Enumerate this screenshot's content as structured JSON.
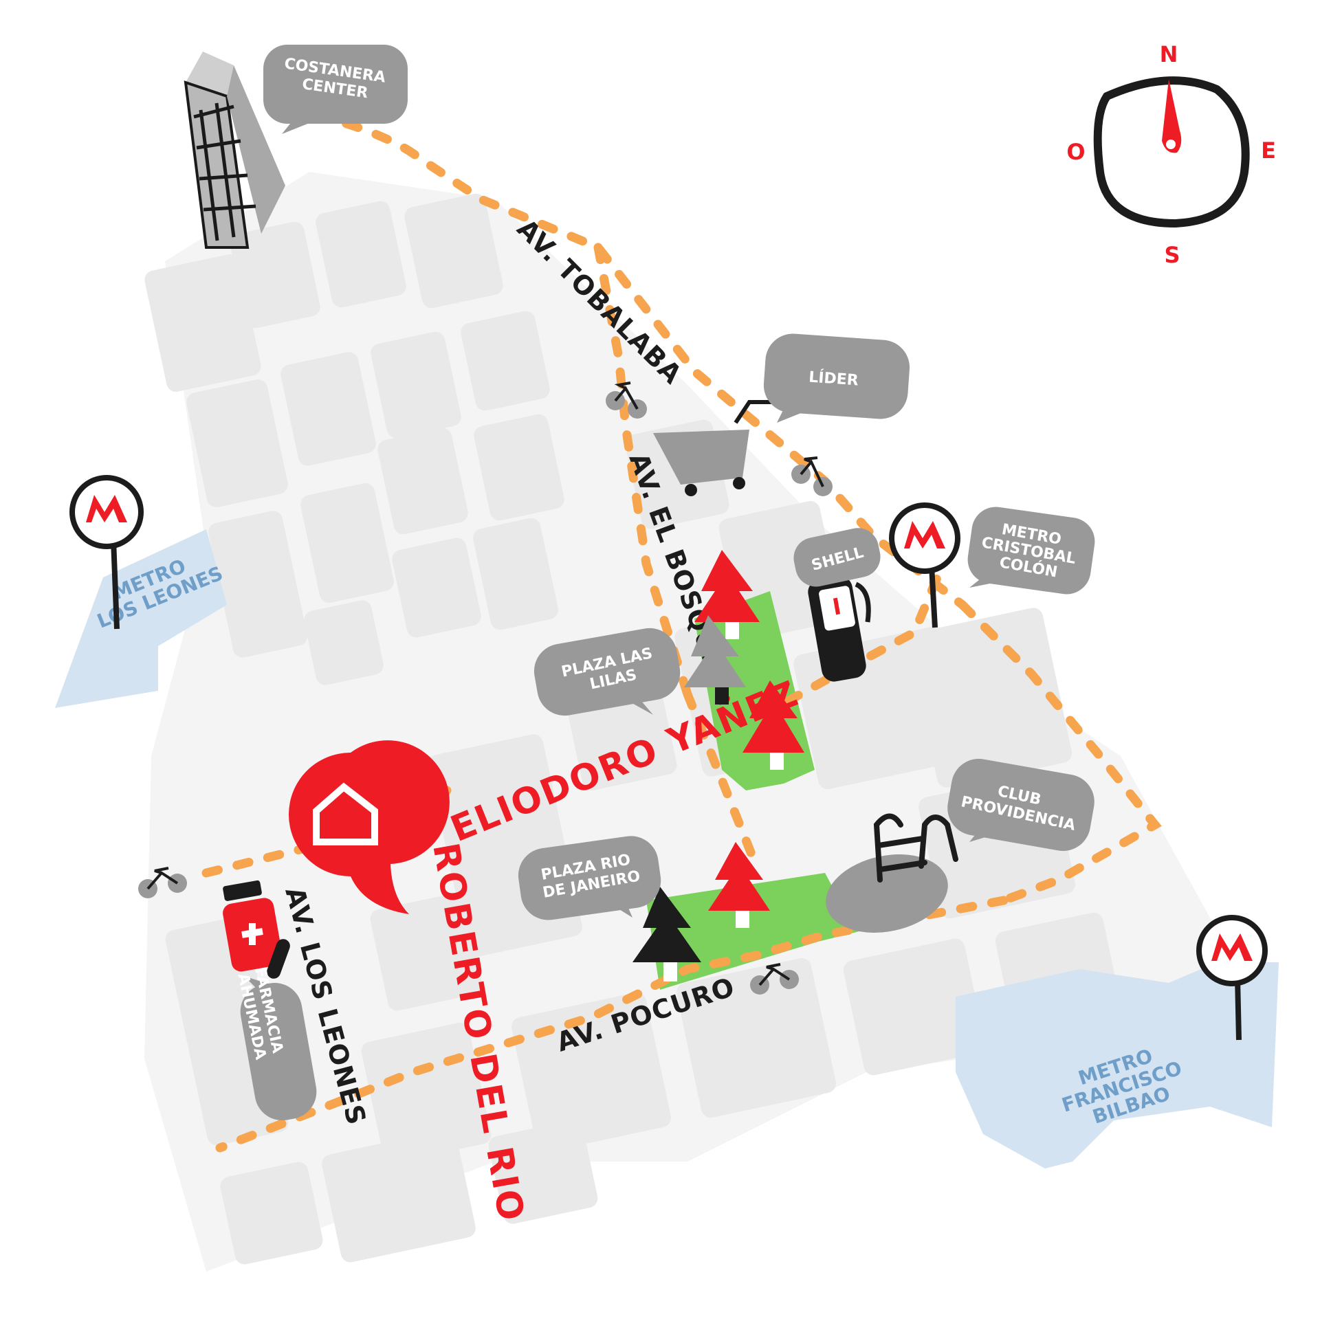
{
  "streets": {
    "tobalaba": "AV. TOBALABA",
    "el_bosque": "AV. EL BOSQUE",
    "eliodoro": "ELIODORO YAÑEZ",
    "roberto": "ROBERTO DEL RIO",
    "los_leones": "AV. LOS LEONES",
    "pocuro": "AV. POCURO"
  },
  "places": {
    "costanera": [
      "COSTANERA",
      "CENTER"
    ],
    "lider": [
      "LÍDER"
    ],
    "shell": [
      "SHELL"
    ],
    "cristobal": [
      "METRO",
      "CRISTOBAL",
      "COLÓN"
    ],
    "plaza_lilas": [
      "PLAZA LAS",
      "LILAS"
    ],
    "club": [
      "CLUB",
      "PROVIDENCIA"
    ],
    "plaza_rio": [
      "PLAZA RIO",
      "DE JANEIRO"
    ],
    "farmacia": [
      "FARMACIA",
      "AHUMADA"
    ]
  },
  "metro_zones": {
    "los_leones": [
      "METRO",
      "LOS LEONES"
    ],
    "francisco_bilbao": [
      "METRO",
      "FRANCISCO",
      "BILBAO"
    ]
  },
  "compass": {
    "n": "N",
    "s": "S",
    "e": "E",
    "o": "O"
  },
  "colors": {
    "accent_red": "#ee1c25",
    "route_orange": "#f6a54e",
    "park_green": "#7bd15b",
    "block_gray": "#e9e9e9",
    "bubble_gray": "#999999",
    "metro_zone_blue": "#d3e3f1"
  },
  "icons": [
    "building-icon",
    "shopping-cart-icon",
    "fuel-pump-icon",
    "metro-sign-icon",
    "home-pin-icon",
    "pharmacy-bottle-icon",
    "pool-ladder-icon",
    "tree-icon",
    "bicycle-icon",
    "compass-icon"
  ]
}
